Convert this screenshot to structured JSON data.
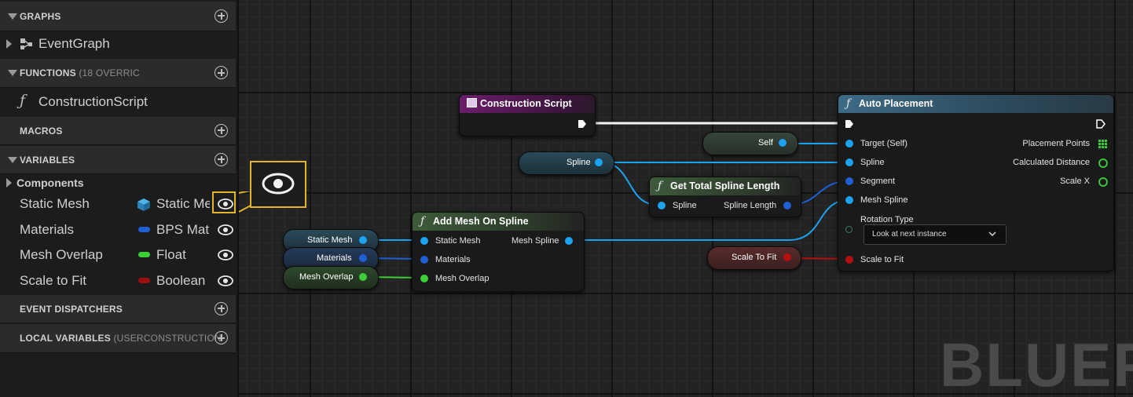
{
  "panel": {
    "graphs_title": "GRAPHS",
    "event_graph": "EventGraph",
    "functions_title": "FUNCTIONS",
    "functions_sub": "(18 OVERRIC",
    "construction_script": "ConstructionScript",
    "macros_title": "MACROS",
    "variables_title": "VARIABLES",
    "components": "Components",
    "variables": [
      {
        "name": "Static Mesh",
        "type": "Static Mesh",
        "color": "#31a4e8"
      },
      {
        "name": "Materials",
        "type": "BPS Materials",
        "color": "#1f5fd6"
      },
      {
        "name": "Mesh Overlap",
        "type": "Float",
        "color": "#3bd036"
      },
      {
        "name": "Scale to Fit",
        "type": "Boolean",
        "color": "#9b0f0f"
      }
    ],
    "event_dispatchers_title": "EVENT DISPATCHERS",
    "local_variables_title": "LOCAL VARIABLES",
    "local_variables_sub": "(USERCONSTRUCTION"
  },
  "graph": {
    "construction_script": "Construction Script",
    "spline_var": "Spline",
    "self_var": "Self",
    "scale_to_fit_var": "Scale To Fit",
    "static_mesh_var": "Static Mesh",
    "materials_var": "Materials",
    "mesh_overlap_var": "Mesh Overlap",
    "get_length": {
      "title": "Get Total Spline Length",
      "in": "Spline",
      "out": "Spline Length"
    },
    "add_mesh": {
      "title": "Add Mesh On Spline",
      "in": [
        "Static Mesh",
        "Materials",
        "Mesh Overlap"
      ],
      "out": "Mesh Spline"
    },
    "auto_placement": {
      "title": "Auto Placement",
      "inputs": [
        "Target (Self)",
        "Spline",
        "Segment",
        "Mesh Spline"
      ],
      "rotation_label": "Rotation Type",
      "rotation_value": "Look at next instance",
      "scale_label": "Scale to Fit",
      "outputs": [
        "Placement Points",
        "Calculated Distance",
        "Scale X"
      ]
    },
    "watermark": "BLUEPR"
  },
  "colors": {
    "object": "#1aa3f0",
    "integer": "#1f5fd6",
    "float": "#3bd036",
    "boolean": "#b50f0f",
    "function_header": "#2f5f7a",
    "construction_header": "#6b1d6b",
    "callout": "#e2b42a"
  }
}
